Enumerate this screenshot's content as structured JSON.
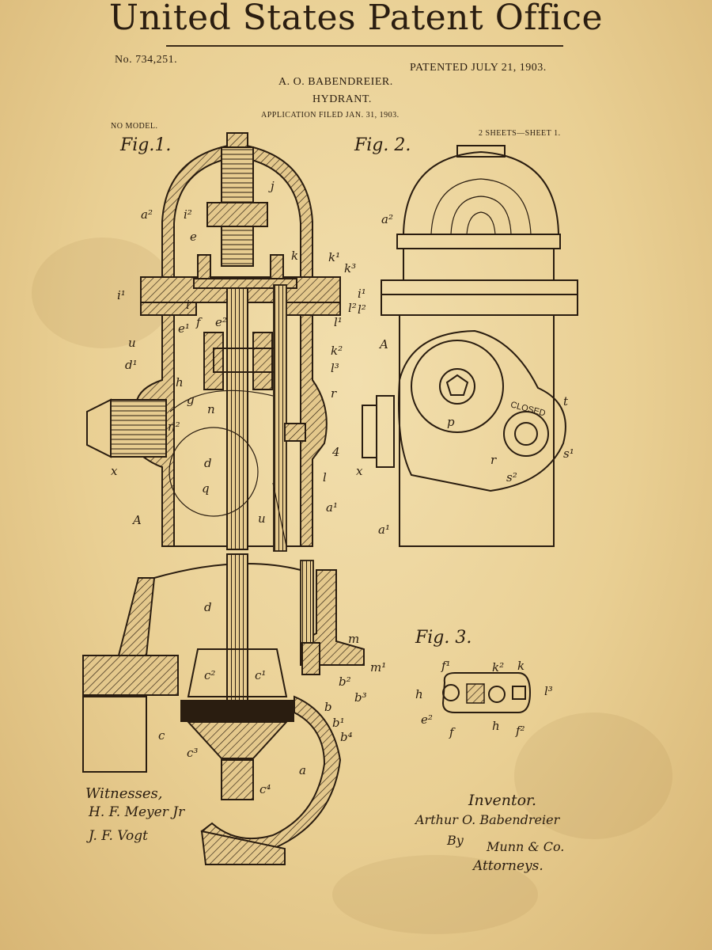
{
  "header": {
    "office_title": "United States Patent Office",
    "patent_number": "No. 734,251.",
    "patented_date": "PATENTED JULY 21, 1903.",
    "inventor_name": "A. O. BABENDREIER.",
    "invention": "HYDRANT.",
    "application_filed": "APPLICATION FILED JAN. 31, 1903.",
    "no_model": "NO MODEL.",
    "sheets": "2 SHEETS—SHEET 1."
  },
  "figures": {
    "fig1_label": "Fig.1.",
    "fig2_label": "Fig. 2.",
    "fig3_label": "Fig. 3.",
    "closed_text": "CLOSED"
  },
  "labels_fig1": {
    "a2": "a²",
    "i2": "i²",
    "j": "j",
    "e": "e",
    "k": "k",
    "k1": "k¹",
    "k3": "k³",
    "i1": "i¹",
    "i": "i",
    "l2": "l²",
    "l1": "l¹",
    "e1": "e¹",
    "f": "f",
    "e2": "e²",
    "u34": "u",
    "d1": "d¹",
    "k2": "k²",
    "l3": "l³",
    "h": "h",
    "g": "g",
    "n": "n",
    "r": "r",
    "n2": "n²",
    "x": "x",
    "d": "d",
    "q": "q",
    "l": "l",
    "a1": "a¹",
    "A": "A",
    "u": "u",
    "four": "4"
  },
  "labels_fig2": {
    "a2": "a²",
    "i1": "i¹",
    "l2": "l²",
    "A": "A",
    "p": "p",
    "t": "t",
    "r": "r",
    "s2": "s²",
    "s1": "s¹",
    "x": "x",
    "a1": "a¹"
  },
  "labels_lower": {
    "d": "d",
    "m": "m",
    "m1": "m¹",
    "c2": "c²",
    "c1": "c¹",
    "b2": "b²",
    "b3": "b³",
    "b": "b",
    "b1": "b¹",
    "b4": "b⁴",
    "c": "c",
    "c3": "c³",
    "a": "a",
    "c4": "c⁴"
  },
  "labels_fig3": {
    "f1": "f¹",
    "k2": "k²",
    "k": "k",
    "h_left": "h",
    "l3": "l³",
    "e2": "e²",
    "f": "f",
    "h_mid": "h",
    "f2": "f²"
  },
  "signatures": {
    "witnesses_label": "Witnesses,",
    "witness1": "H. F. Meyer Jr",
    "witness2": "J. F. Vogt",
    "inventor_label": "Inventor.",
    "inventor_sig": "Arthur O. Babendreier",
    "by": "By",
    "attorney_sig": "Munn & Co.",
    "attorneys_label": "Attorneys."
  },
  "colors": {
    "paper": "#e9cf93",
    "ink": "#2a1d10"
  }
}
